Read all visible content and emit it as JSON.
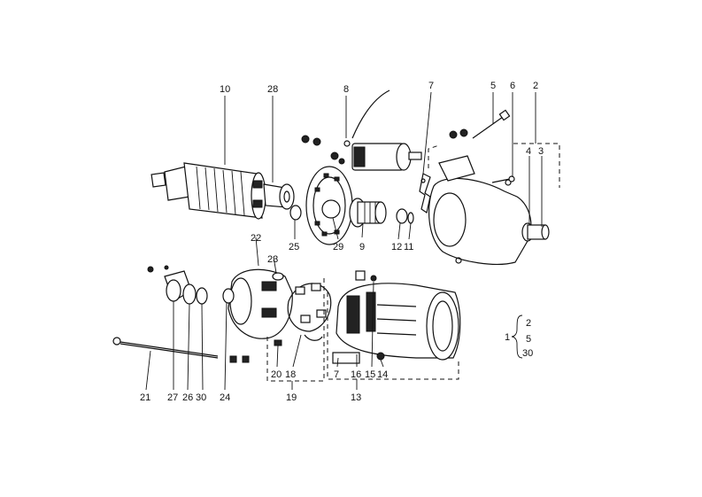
{
  "diagram": {
    "callouts": {
      "c10": "10",
      "c28": "28",
      "c8": "8",
      "c7": "7",
      "c5": "5",
      "c6": "6",
      "c2": "2",
      "c4": "4",
      "c3": "3",
      "c25": "25",
      "c29": "29",
      "c9": "9",
      "c12": "12",
      "c11": "11",
      "c22": "22",
      "c23": "23",
      "c21": "21",
      "c27": "27",
      "c26": "26",
      "c30": "30",
      "c24": "24",
      "c20": "20",
      "c18": "18",
      "c19": "19",
      "c17": "7",
      "c16": "16",
      "c15": "15",
      "c14": "14",
      "c13": "13",
      "g1": "1",
      "g2": "2",
      "g5": "5",
      "g30": "30"
    }
  }
}
